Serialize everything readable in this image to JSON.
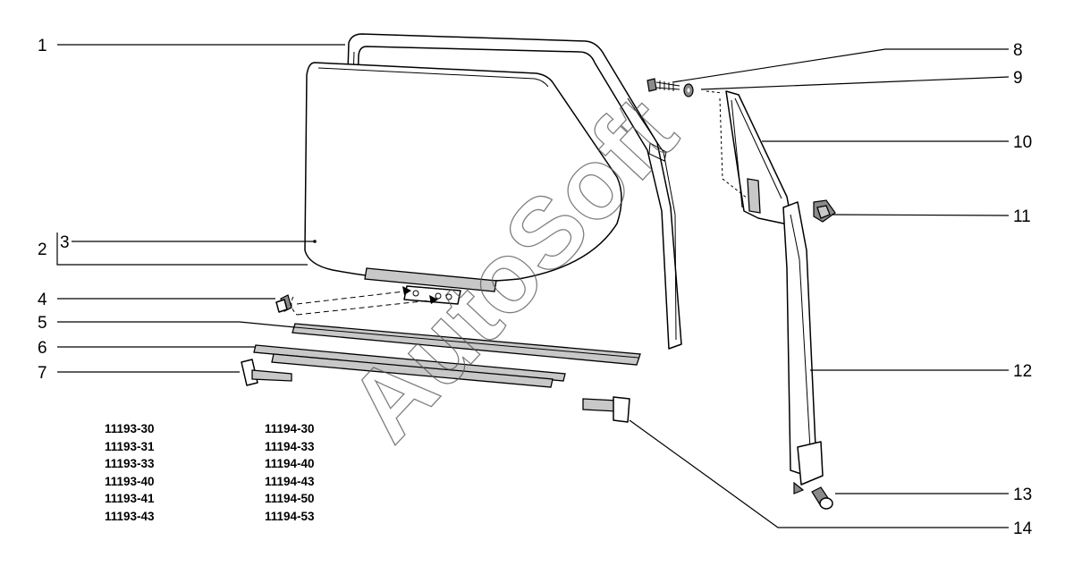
{
  "callouts": [
    "1",
    "2",
    "3",
    "4",
    "5",
    "6",
    "7",
    "8",
    "9",
    "10",
    "11",
    "12",
    "13",
    "14"
  ],
  "watermark": "AutoSoft",
  "model_codes": {
    "column_1": [
      "11193-30",
      "11193-31",
      "11193-33",
      "11193-40",
      "11193-41",
      "11193-43"
    ],
    "column_2": [
      "11194-30",
      "11194-33",
      "11194-40",
      "11194-43",
      "11194-50",
      "11194-53"
    ]
  }
}
